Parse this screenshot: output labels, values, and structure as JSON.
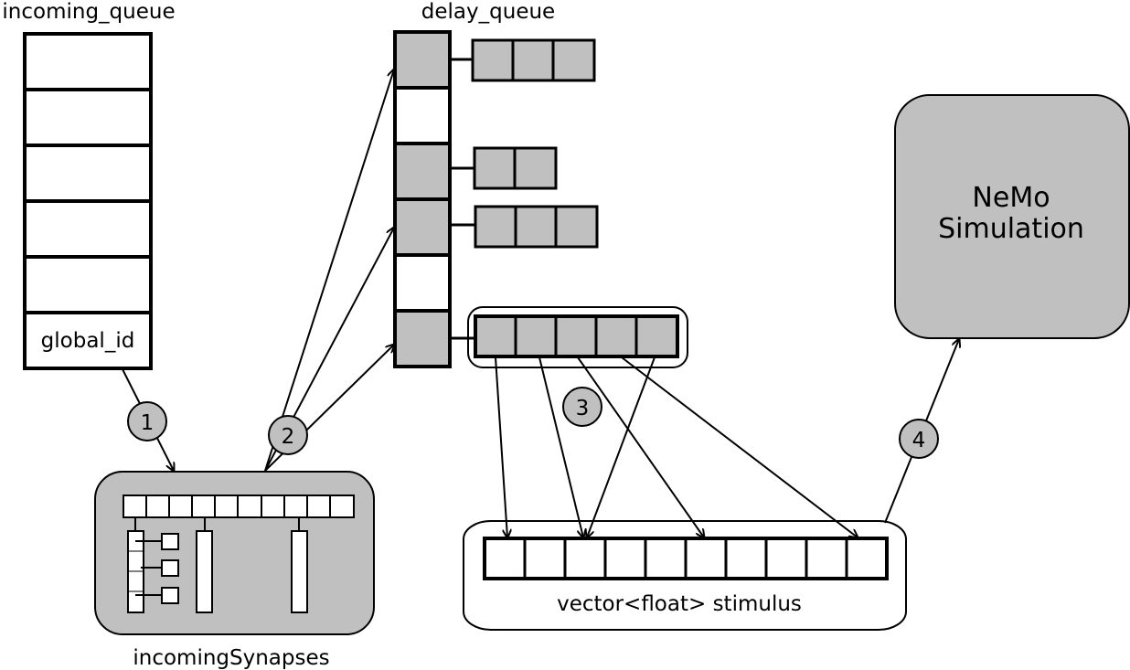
{
  "labels": {
    "incoming_queue": "incoming_queue",
    "global_id": "global_id",
    "delay_queue": "delay_queue",
    "nemo_line1": "NeMo",
    "nemo_line2": "Simulation",
    "stimulus": "vector<float> stimulus",
    "incoming_synapses": "incomingSynapses"
  },
  "steps": [
    "1",
    "2",
    "3",
    "4"
  ],
  "colors": {
    "fill_gray": "#c0c0c0",
    "stroke": "#000000",
    "background": "#ffffff"
  }
}
